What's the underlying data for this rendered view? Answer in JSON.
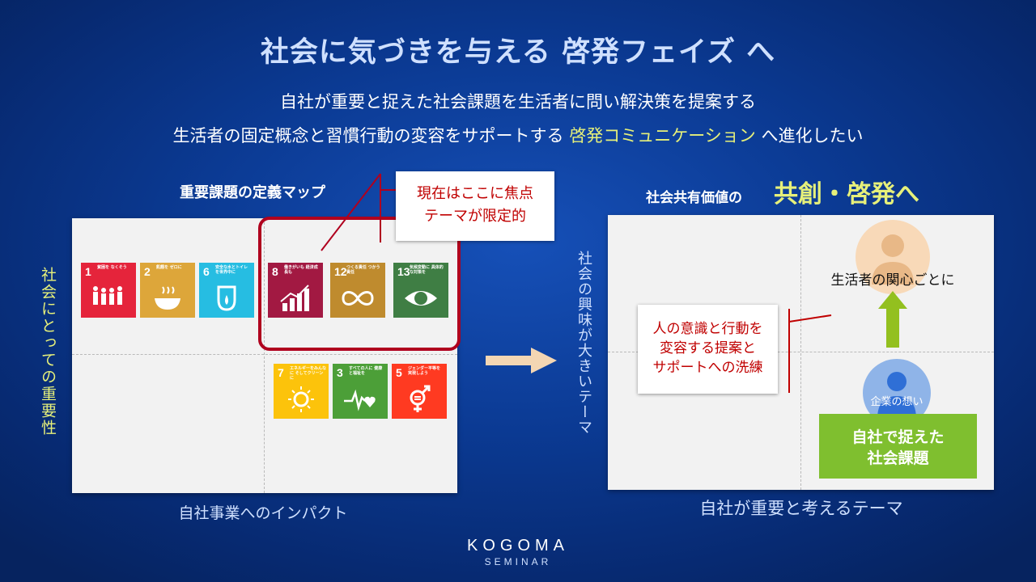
{
  "slide": {
    "title": "社会に気づきを与える 啓発フェイズ へ",
    "line1": "自社が重要と捉えた社会課題を生活者に問い解決策を提案する",
    "line2_a": "生活者の固定概念と習慣行動の変容をサポートする ",
    "line2_b": "啓発コミュニケーション",
    "line2_c": " へ進化したい"
  },
  "left_map": {
    "heading": "重要課題の定義マップ",
    "callout_line1": "現在はここに焦点",
    "callout_line2": "テーマが限定的",
    "y_axis": "社会にとっての重要性",
    "x_axis": "自社事業へのインパクト"
  },
  "sdgs": [
    {
      "num": "1",
      "text": "貧困を なくそう",
      "color": "#e5243b"
    },
    {
      "num": "2",
      "text": "飢餓を ゼロに",
      "color": "#dda63a"
    },
    {
      "num": "6",
      "text": "安全な水とトイレ を世界中に",
      "color": "#26bde2"
    },
    {
      "num": "8",
      "text": "働きがいも 経済成長も",
      "color": "#a21942"
    },
    {
      "num": "12",
      "text": "つくる責任 つかう責任",
      "color": "#bf8b2e"
    },
    {
      "num": "13",
      "text": "気候変動に 具体的な対策を",
      "color": "#3f7e44"
    },
    {
      "num": "7",
      "text": "エネルギーをみんなに そしてクリーンに",
      "color": "#fcc30b"
    },
    {
      "num": "3",
      "text": "すべての人に 健康と福祉を",
      "color": "#4c9f38"
    },
    {
      "num": "5",
      "text": "ジェンダー平等を 実現しよう",
      "color": "#ff3a21"
    }
  ],
  "right_map": {
    "heading_small": "社会共有価値の",
    "heading_big": "共創・啓発へ",
    "y_axis": "社会の興味が大きいテーマ",
    "x_axis": "自社が重要と考えるテーマ",
    "callout_line1": "人の意識と行動を",
    "callout_line2": "変容する提案と",
    "callout_line3": "サポートへの洗練",
    "consumer_label": "生活者の関心ごとに",
    "company_label": "企業の想い",
    "box_line1": "自社で捉えた",
    "box_line2": "社会課題"
  },
  "logo": {
    "brand": "KOGOMA",
    "sub": "SEMINAR"
  },
  "colors": {
    "accent_yellow": "#e6f07a",
    "callout_red": "#c00000",
    "green_box": "#7fbf2f"
  }
}
